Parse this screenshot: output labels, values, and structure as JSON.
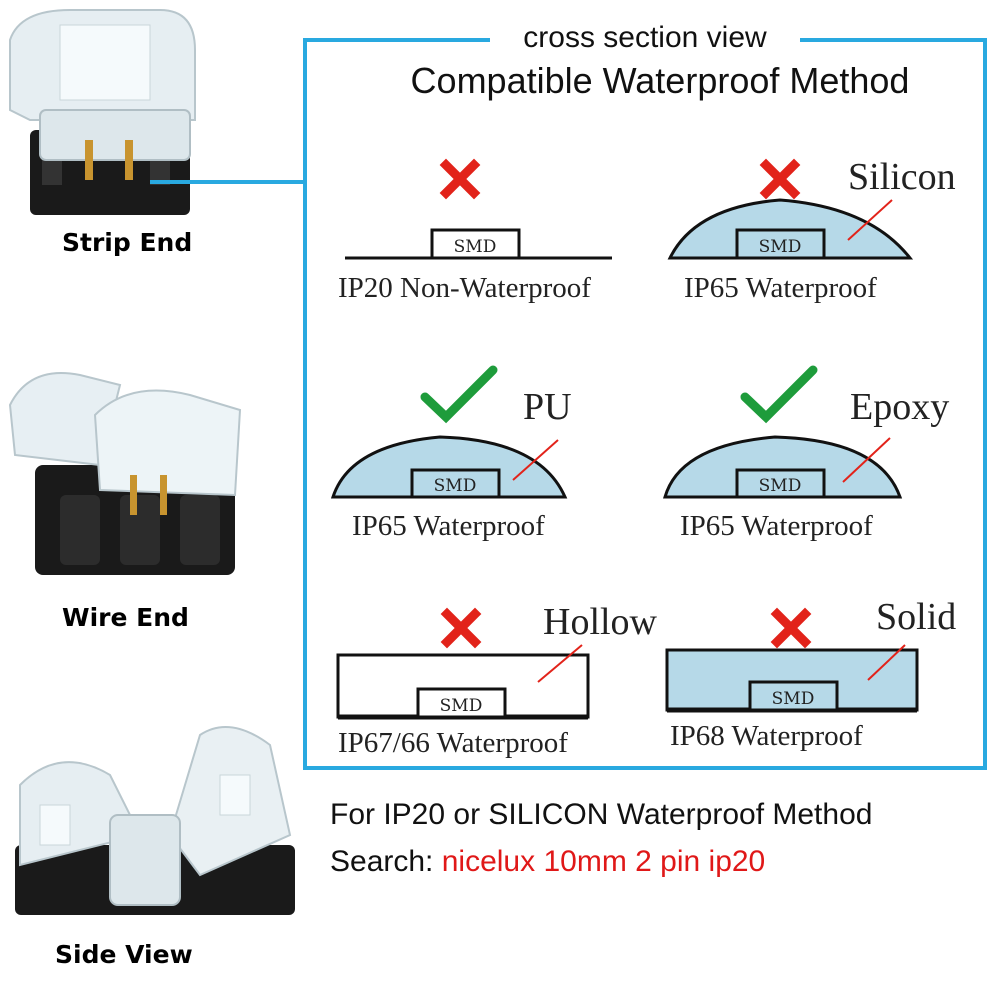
{
  "frame_title": "cross section view",
  "title": "Compatible Waterproof Method",
  "photos": [
    {
      "label": "Strip End"
    },
    {
      "label": "Wire End"
    },
    {
      "label": "Side View"
    }
  ],
  "chip_label": "SMD",
  "methods": [
    {
      "caption": "IP20 Non-Waterproof",
      "material": "",
      "status": "incompatible"
    },
    {
      "caption": "IP65 Waterproof",
      "material": "Silicon",
      "status": "incompatible"
    },
    {
      "caption": "IP65 Waterproof",
      "material": "PU",
      "status": "compatible"
    },
    {
      "caption": "IP65 Waterproof",
      "material": "Epoxy",
      "status": "compatible"
    },
    {
      "caption": "IP67/66 Waterproof",
      "material": "Hollow",
      "status": "incompatible"
    },
    {
      "caption": "IP68 Waterproof",
      "material": "Solid",
      "status": "incompatible"
    }
  ],
  "note": {
    "line1": "For IP20 or SILICON Waterproof Method",
    "search_label": "Search:",
    "search_term": "nicelux 10mm 2 pin ip20"
  },
  "colors": {
    "frame": "#29a9e0",
    "fill": "#b6d9e8",
    "cross": "#e2231a",
    "check": "#1e9c3b",
    "leader": "#e2231a"
  },
  "icons": [
    "cross-icon",
    "check-icon"
  ]
}
